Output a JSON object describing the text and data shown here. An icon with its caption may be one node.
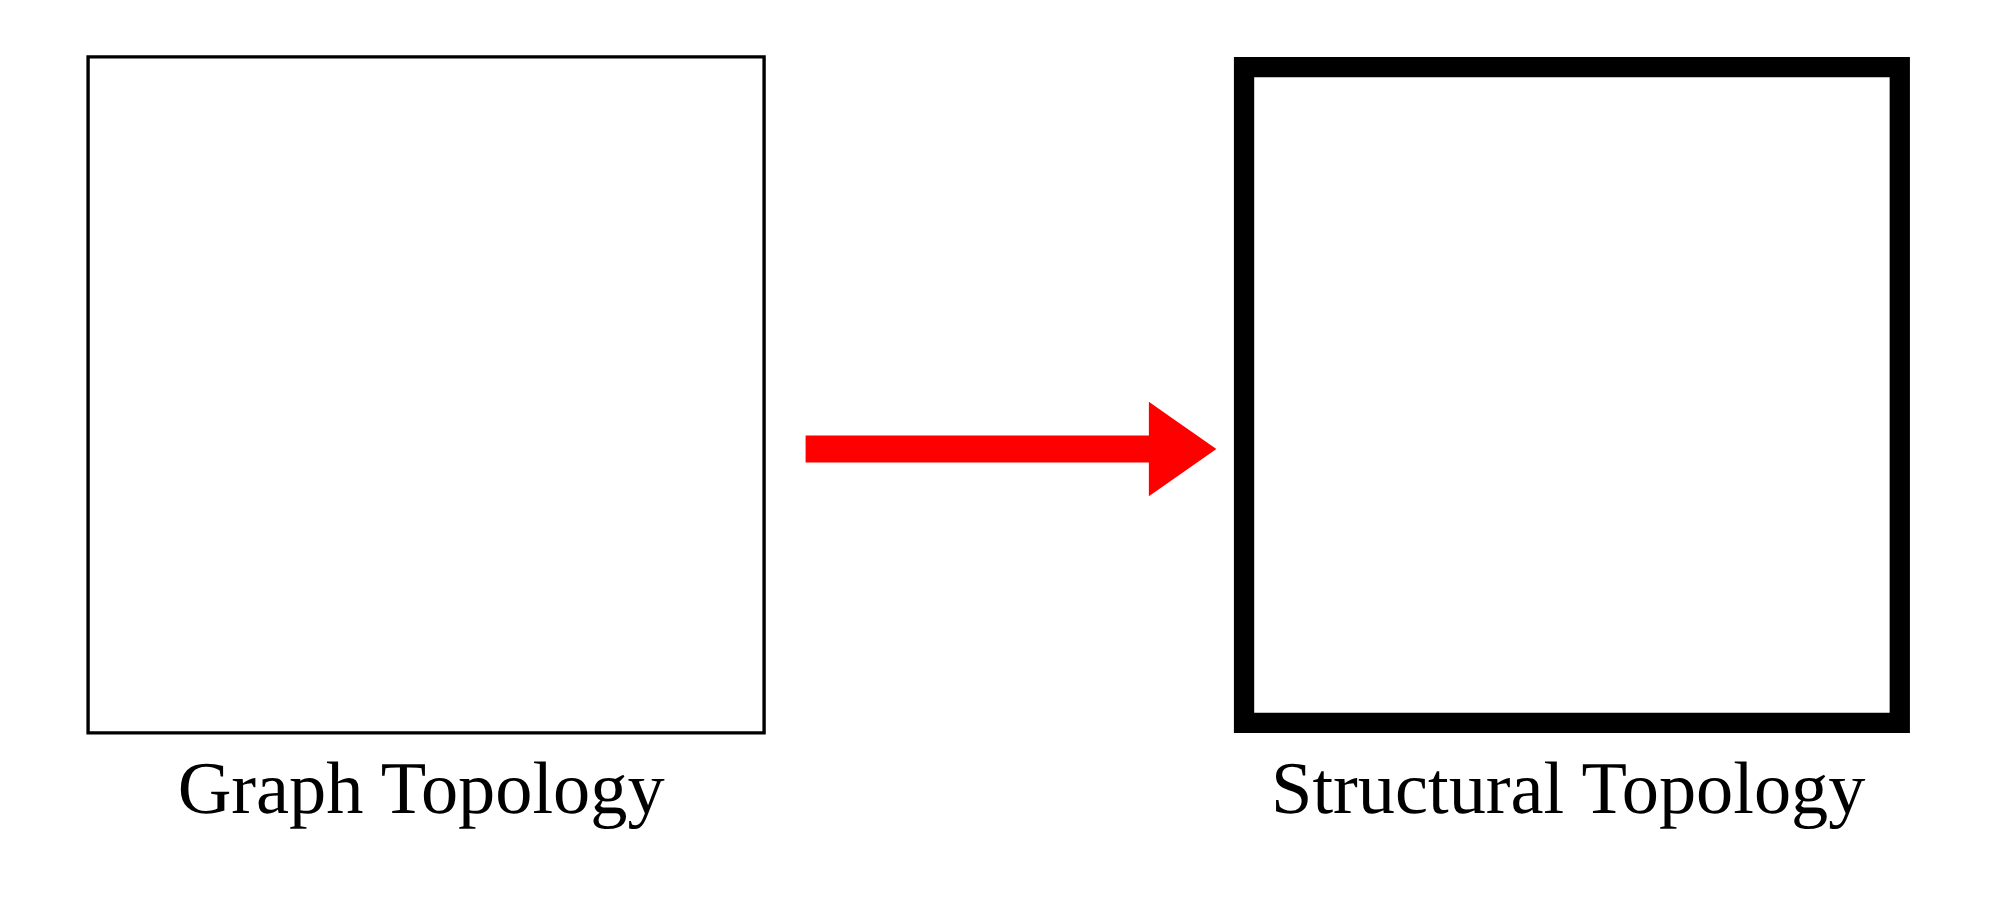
{
  "diagram": {
    "nodes": [
      {
        "text": [],
        "shape": "box",
        "beside": [
          "Graph Topology"
        ]
      },
      {
        "text": [],
        "shape": "box",
        "beside": [
          "Structural Topology"
        ]
      }
    ],
    "edges": [
      {
        "from": 0,
        "to": 1,
        "arrow": "to",
        "color": "#ff0000"
      }
    ]
  }
}
